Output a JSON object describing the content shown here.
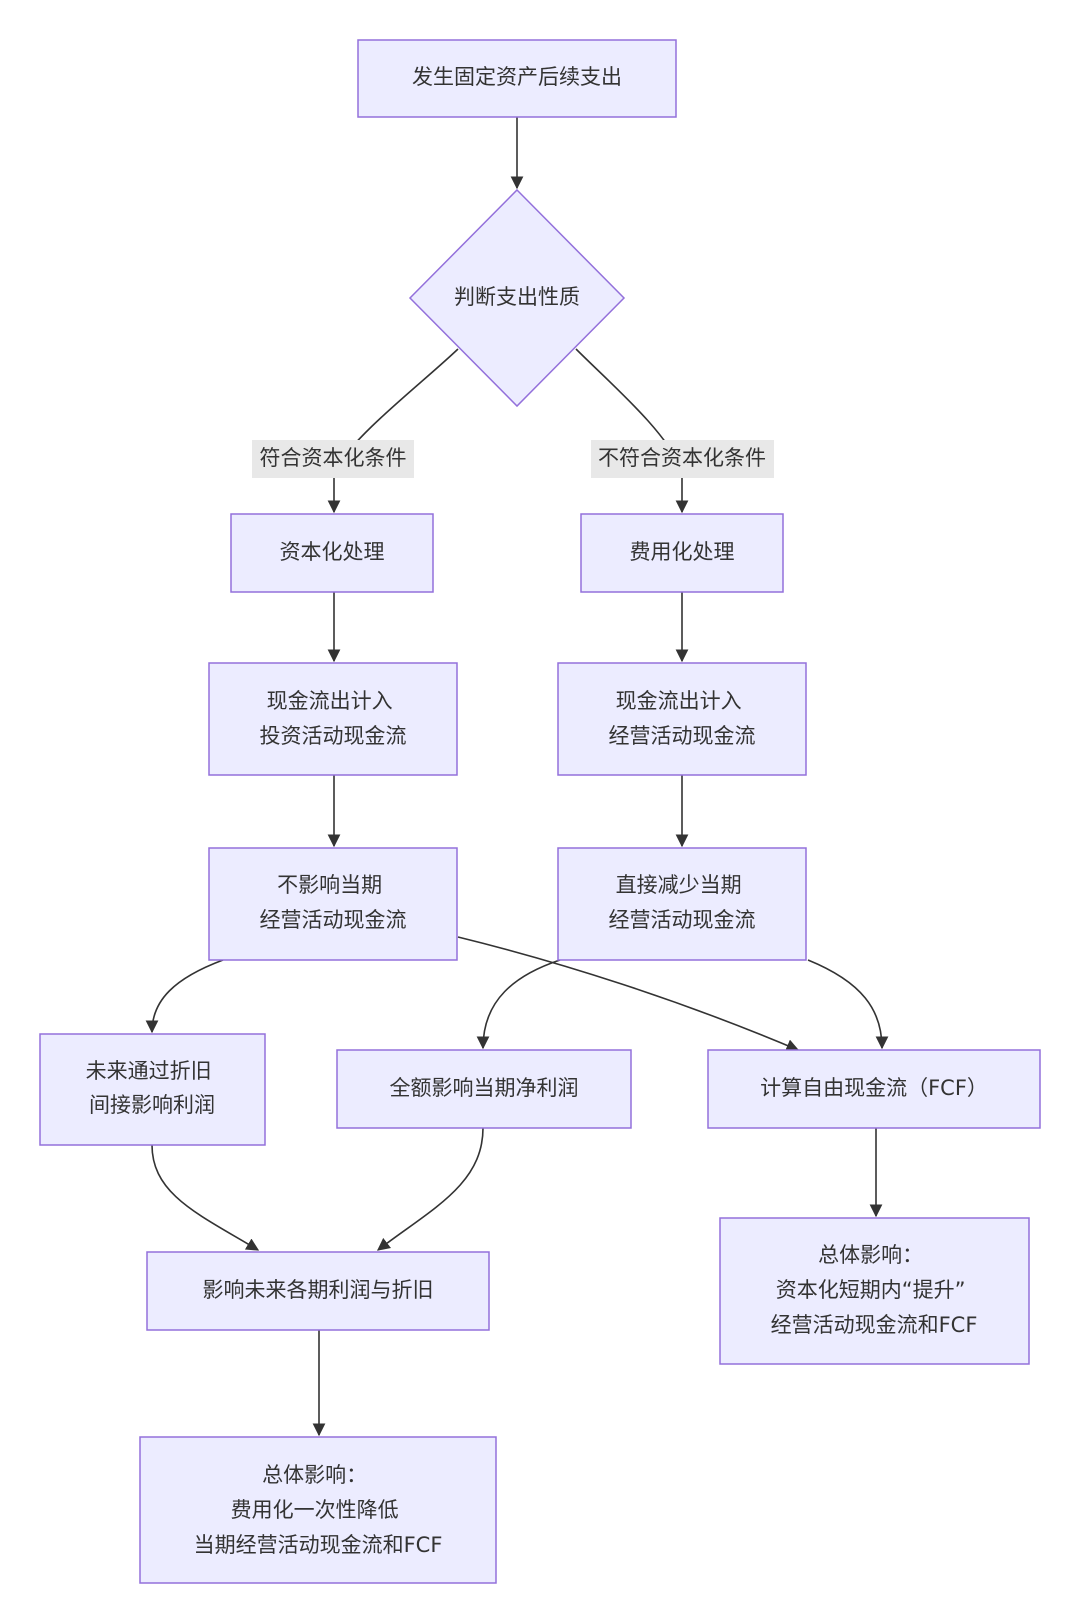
{
  "nodes": {
    "start": {
      "lines": [
        "发生固定资产后续支出"
      ]
    },
    "decision": {
      "lines": [
        "判断支出性质"
      ]
    },
    "capitalize": {
      "lines": [
        "资本化处理"
      ]
    },
    "expense": {
      "lines": [
        "费用化处理"
      ]
    },
    "invest_cash": {
      "lines": [
        "现金流出计入",
        "投资活动现金流"
      ]
    },
    "oper_cash": {
      "lines": [
        "现金流出计入",
        "经营活动现金流"
      ]
    },
    "no_effect": {
      "lines": [
        "不影响当期",
        "经营活动现金流"
      ]
    },
    "reduce": {
      "lines": [
        "直接减少当期",
        "经营活动现金流"
      ]
    },
    "depreciation": {
      "lines": [
        "未来通过折旧",
        "间接影响利润"
      ]
    },
    "full_profit": {
      "lines": [
        "全额影响当期净利润"
      ]
    },
    "fcf": {
      "lines": [
        "计算自由现金流（FCF）"
      ]
    },
    "future_profit": {
      "lines": [
        "影响未来各期利润与折旧"
      ]
    },
    "overall_right": {
      "lines": [
        "总体影响：",
        "资本化短期内“提升”",
        "经营活动现金流和FCF"
      ]
    },
    "overall_left": {
      "lines": [
        "总体影响：",
        "费用化一次性降低",
        "当期经营活动现金流和FCF"
      ]
    }
  },
  "edge_labels": {
    "yes": "符合资本化条件",
    "no": "不符合资本化条件"
  }
}
